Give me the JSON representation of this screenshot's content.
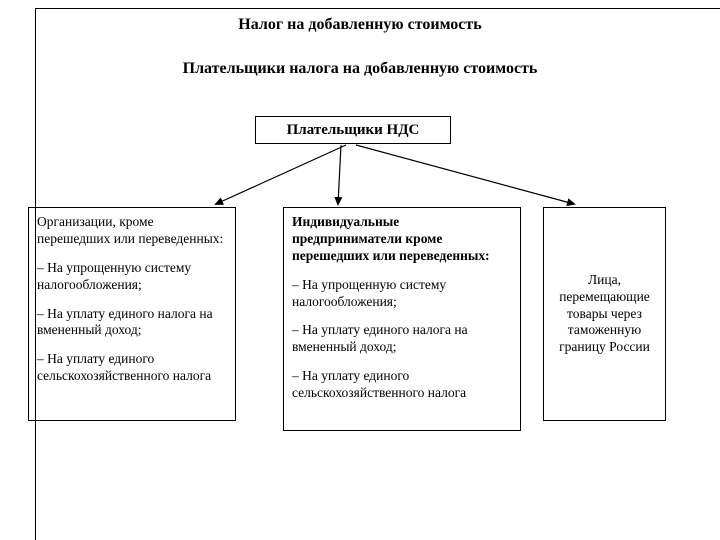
{
  "page": {
    "title": "Налог на добавленную стоимость",
    "subtitle": "Плательщики налога на добавленную стоимость"
  },
  "diagram": {
    "root_box_label": "Плательщики НДС",
    "boxes": [
      {
        "heading": "Организации, кроме перешедших или переведенных:",
        "items": [
          "– На упрощенную систему налогообложения;",
          "– На уплату единого налога на вмененный доход;",
          "– На уплату единого сельскохозяйственного налога"
        ]
      },
      {
        "heading": "Индивидуальные предприниматели кроме перешедших или переведенных:",
        "items": [
          "– На упрощенную систему налогообложения;",
          "– На уплату единого налога на вмененный доход;",
          "– На уплату единого сельскохозяйственного налога"
        ]
      },
      {
        "text": "Лица, перемещающие товары через таможенную границу России"
      }
    ]
  },
  "colors": {
    "line": "#000000",
    "background": "#ffffff",
    "text": "#000000"
  }
}
